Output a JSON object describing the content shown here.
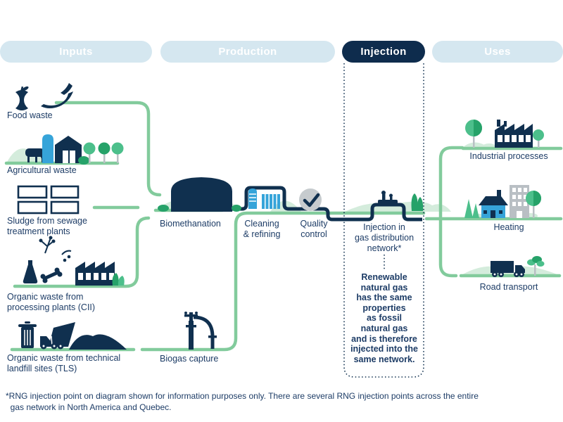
{
  "stages": [
    {
      "label": "Inputs",
      "active": false
    },
    {
      "label": "Production",
      "active": false
    },
    {
      "label": "Injection",
      "active": true
    },
    {
      "label": "Uses",
      "active": false
    }
  ],
  "inputs": {
    "items": [
      {
        "icon": "food-waste-icon",
        "label": "Food waste"
      },
      {
        "icon": "agricultural-waste-icon",
        "label": "Agricultural waste"
      },
      {
        "icon": "sewage-sludge-icon",
        "label": "Sludge from sewage\ntreatment plants"
      },
      {
        "icon": "processing-plant-waste-icon",
        "label": "Organic waste from\nprocessing plants (CII)"
      },
      {
        "icon": "landfill-waste-icon",
        "label": "Organic waste from technical\nlandfill sites (TLS)"
      }
    ]
  },
  "production": {
    "steps": [
      {
        "icon": "biomethanation-tank-icon",
        "label": "Biomethanation"
      },
      {
        "icon": "cleaning-refining-icon",
        "label": "Cleaning\n& refining"
      },
      {
        "icon": "quality-control-check-icon",
        "label": "Quality\ncontrol"
      },
      {
        "icon": "biogas-capture-well-icon",
        "label": "Biogas capture"
      }
    ]
  },
  "injection": {
    "step_label": "Injection in\ngas distribution\nnetwork*",
    "note": "Renewable\nnatural gas\nhas the same\nproperties\nas fossil\nnatural gas\nand is therefore\ninjected into the\nsame network."
  },
  "uses": {
    "items": [
      {
        "icon": "industrial-factory-icon",
        "label": "Industrial processes"
      },
      {
        "icon": "heating-buildings-icon",
        "label": "Heating"
      },
      {
        "icon": "road-transport-truck-icon",
        "label": "Road transport"
      }
    ]
  },
  "footnote": "*RNG injection point on diagram shown for information purposes only. There are several RNG injection points across the entire\n  gas network in North America and Quebec.",
  "colors": {
    "navy": "#10304f",
    "text": "#1d3c66",
    "green": "#82cb9c",
    "pale": "#d4ecdc",
    "dgreen": "#26a269",
    "mgreen": "#4cbf8b",
    "blue": "#36a4d9",
    "water": "#a9dbf2",
    "gray": "#b9bfc4",
    "pill": "#d5e7f0",
    "pilldark": "#0e2c4d"
  }
}
